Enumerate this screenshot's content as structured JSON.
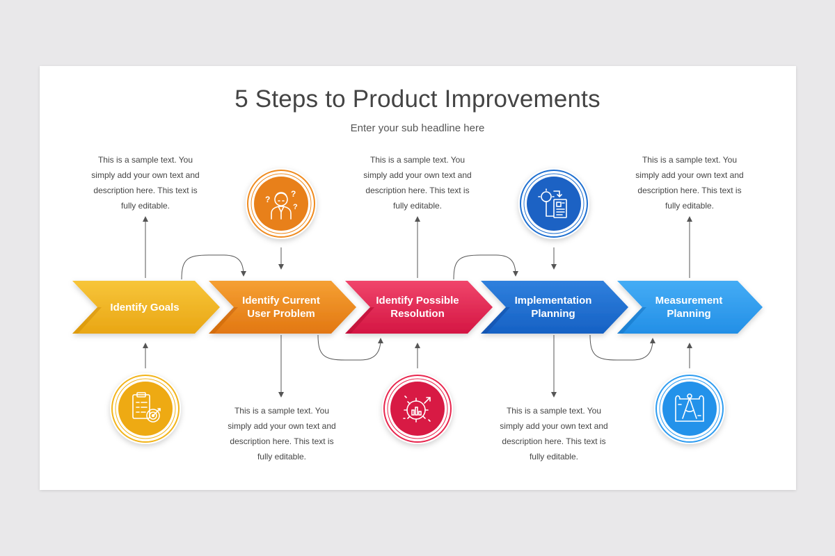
{
  "slide": {
    "title": "5 Steps to Product Improvements",
    "subtitle": "Enter your sub headline here"
  },
  "steps": [
    {
      "label_line1": "Identify Goals",
      "label_line2": "",
      "color": "#f2b41a",
      "color_dark": "#d8960b",
      "icon": "goals-checklist-target-icon",
      "description": "This is a sample text. You simply add your own text and description here. This text is fully editable."
    },
    {
      "label_line1": "Identify Current",
      "label_line2": "User Problem",
      "color": "#ef8a1e",
      "color_dark": "#d06c0e",
      "icon": "confused-user-icon",
      "description": "This is a sample text. You simply add your own text and description here. This text is fully editable."
    },
    {
      "label_line1": "Identify Possible",
      "label_line2": "Resolution",
      "color": "#e8264e",
      "color_dark": "#c40f38",
      "icon": "gear-growth-icon",
      "description": "This is a sample text. You simply add your own text and description here. This text is fully editable."
    },
    {
      "label_line1": "Implementation",
      "label_line2": "Planning",
      "color": "#1e6fd0",
      "color_dark": "#1355b2",
      "icon": "idea-document-icon",
      "description": "This is a sample text. You simply add your own text and description here. This text is fully editable."
    },
    {
      "label_line1": "Measurement",
      "label_line2": "Planning",
      "color": "#2e9cf0",
      "color_dark": "#1a80d6",
      "icon": "blueprint-compass-icon",
      "description": "This is a sample text. You simply add your own text and description here. This text is fully editable."
    }
  ]
}
